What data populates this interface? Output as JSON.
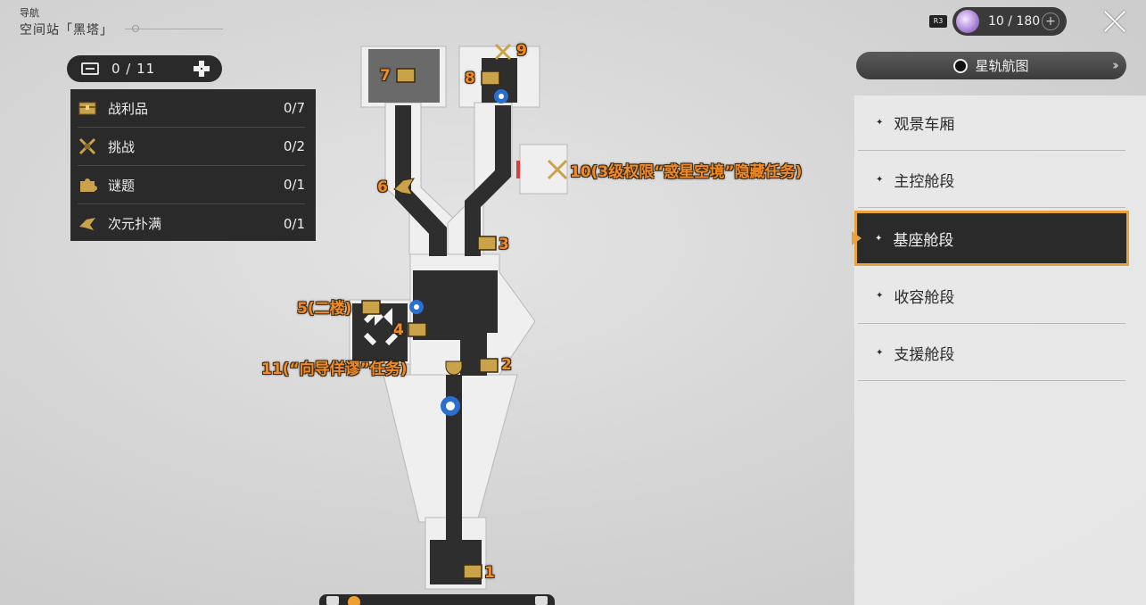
{
  "header": {
    "section": "导航",
    "location": "空间站「黑塔」"
  },
  "collection": {
    "total": "0 / 11",
    "rows": [
      {
        "label": "战利品",
        "value": "0/7",
        "icon": "treasure-chest-icon"
      },
      {
        "label": "挑战",
        "value": "0/2",
        "icon": "crossed-swords-icon"
      },
      {
        "label": "谜题",
        "value": "0/1",
        "icon": "puzzle-icon"
      },
      {
        "label": "次元扑满",
        "value": "0/1",
        "icon": "origami-bird-icon"
      }
    ]
  },
  "topbar": {
    "badge": "R3",
    "stamina": "10 / 180",
    "plus": "+"
  },
  "starmap": {
    "label": "星轨航图",
    "chevron": "››"
  },
  "floors": [
    {
      "label": "观景车厢",
      "active": false
    },
    {
      "label": "主控舱段",
      "active": false
    },
    {
      "label": "基座舱段",
      "active": true
    },
    {
      "label": "收容舱段",
      "active": false
    },
    {
      "label": "支援舱段",
      "active": false
    }
  ],
  "map_labels": {
    "m1": "1",
    "m2": "2",
    "m3": "3",
    "m4": "4",
    "m5": "5(二楼)",
    "m6": "6",
    "m7": "7",
    "m8": "8",
    "m9": "9",
    "m10": "10(3级权限“惑星空境”隐藏任务)",
    "m11": "11(“向导佯谬”任务)"
  },
  "colors": {
    "accent": "#e8a33c",
    "label": "#f08a28",
    "panel": "#2a2a2a",
    "teleport": "#2a6fd0"
  }
}
